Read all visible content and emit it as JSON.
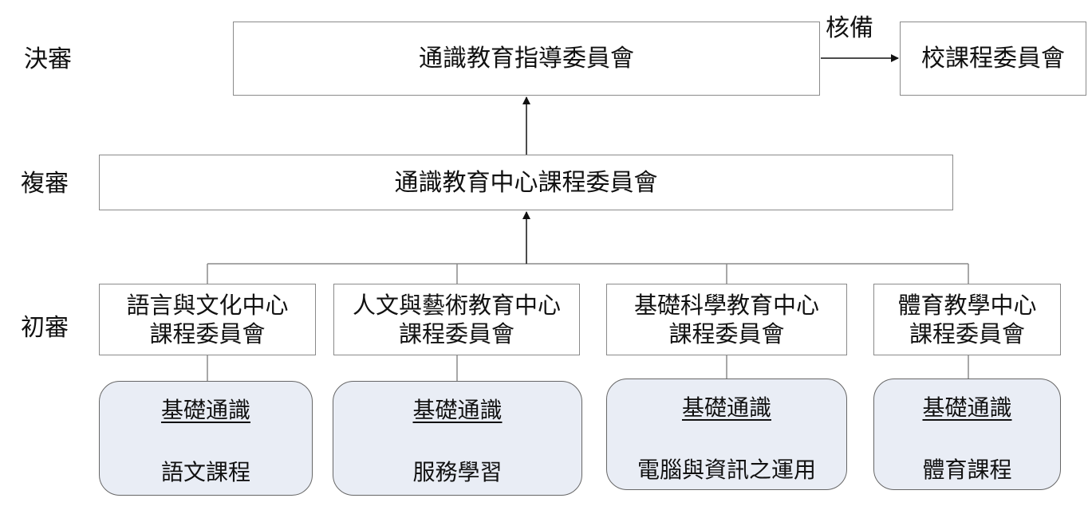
{
  "levels": {
    "final": "決審",
    "second": "複審",
    "first": "初審"
  },
  "nodes": {
    "guidance_committee": "通識教育指導委員會",
    "school_committee": "校課程委員會",
    "ge_center_committee": "通識教育中心課程委員會",
    "centers": [
      {
        "line1": "語言與文化中心",
        "line2": "課程委員會"
      },
      {
        "line1": "人文與藝術教育中心",
        "line2": "課程委員會"
      },
      {
        "line1": "基礎科學教育中心",
        "line2": "課程委員會"
      },
      {
        "line1": "體育教學中心",
        "line2": "課程委員會"
      }
    ],
    "courses": [
      {
        "title": "基礎通識",
        "subject": "語文課程"
      },
      {
        "title": "基礎通識",
        "subject": "服務學習"
      },
      {
        "title": "基礎通識",
        "subject": "電腦與資訊之運用"
      },
      {
        "title": "基礎通識",
        "subject": "體育課程"
      }
    ]
  },
  "edges": {
    "report_label": "核備"
  },
  "colors": {
    "course_fill": "#e9edf5",
    "line": "#8a8a8a"
  }
}
